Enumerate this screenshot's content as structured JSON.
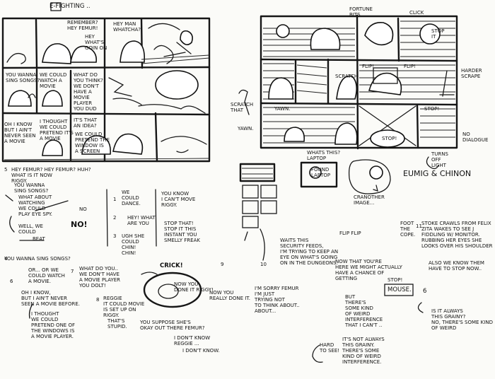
{
  "header": {
    "left_tab": "E-FIGHTING ..",
    "right_top": "FORTUNE\nBITS",
    "right_click": "CLICK"
  },
  "left_panels": {
    "bubbles": [
      "REMEMBER?\nHEY FEMUR!",
      "HEY MAN\nWHATCHA?",
      "HEY\nWHAT'S\nGOIN ON",
      "YOU WANNA\nSING SONGS?",
      "WE COULD\nWATCH A\nMOVIE",
      "WHAT DO\nYOU THINK?\nWE DON'T\nHAVE A\nMOVIE\nPLAYER\nYOU DUD",
      "OH I KNOW\nBUT I AIN'T\nNEVER SEEN\nA MOVIE",
      "I THOUGHT\nWE COULD\nPRETEND IT'S\nA MOVIE",
      "IT'S THAT\nAN IDEA?",
      "WE COULD\nPRETEND THE\nWINDOW IS\nA SCREEN"
    ]
  },
  "right_panels": {
    "notes": [
      "FLIP!",
      "SCRATCH",
      "YAWN.",
      "YAWN.",
      "STOP!",
      "STOP!",
      "WHATS THIS?\nLAPTOP",
      "FLIP!",
      "STOP\nIT"
    ],
    "side_notes": [
      "HARDER\nSCRAPE",
      "NO\nDIALOGUE",
      "TURNS\nOFF\nLIGHT",
      "FOUND\nLAPTOP",
      "SCRATCH\nTHAT"
    ]
  },
  "thumbs": {
    "caption": "CRANOTHER\nIMAGE...",
    "title": "EUMIG & CHINON"
  },
  "script": {
    "col1": [
      "HEY FEMUR? HEY FEMUR? HUH?\nWHAT IS IT NOW\nRIGGY.",
      "YOU WANNA\nSING SONGS?",
      "WHAT ABOUT\nWATCHING\nWE COULD\nPLAY EYE SPY.",
      "NO",
      "WELL, WE\nCOULD",
      "NO!",
      "BEAT",
      "YOU WANNA SING SONGS?",
      "OR... OR WE\nCOULD WATCH\nA MOVIE.",
      "OH I KNOW,\nBUT I AIN'T NEVER\nSEEN A MOVIE BEFORE.",
      "I THOUGHT\nWE COULD\nPRETEND ONE OF\nTHE WINDOWS IS\nA MOVIE PLAYER."
    ],
    "col2": [
      "WE\nCOULD\nDANCE.",
      "HEY! WHAT\nARE YOU",
      "UGH SHE\nCOULD\nCHIN!\nCHIN!",
      "WHAT DO YOU..\nWE DON'T HAVE\nA MOVIE PLAYER\nYOU DOLT!",
      "REGGIE\nIT COULD MOVIE\nIS SET UP ON\nRIGGY.",
      "THAT'S\nSTUPID.",
      "YOU SUPPOSE SHE'S\nOKAY OUT THERE FEMUR?",
      "I DON'T KNOW\nREGGIE ...",
      "I DON'T KNOW."
    ],
    "col3": [
      "YOU KNOW\nI CAN'T MOVE\nRIGGY.",
      "STOP THAT!\nSTOP IT THIS\nINSTANT YOU\nSMELLY FREAK",
      "CRICK!",
      "NOW YOU\nDONE IT RIGGY!",
      "NOW YOU\nREALLY DONE IT."
    ],
    "col4": [
      "WAITS THIS\nSECURITY FEEDS,\nI'M TRYING TO KEEP AN\nEYE ON WHAT'S GOING\nON IN THE DUNGEONS.",
      "FLIP FLIP",
      "I'M SORRY FEMUR\nI'M JUST\nTRYING NOT\nTO THINK ABOUT..\nABOUT...",
      "NOW THAT YOU'RE\nHERE WE MIGHT ACTUALLY\nHAVE A CHANCE OF\nGETTING",
      "STOP!",
      "MOUSE.",
      "BUT\nTHERE'S\nSOME KIND\nOF WEIRD\nINTERFERENCE\nTHAT I CAN'T ..",
      "HARD\nTO SEE!",
      "IT'S NOT ALWAYS\nTHIS GRAINY.\nTHERE'S SOME\nKIND OF WEIRD\nINTERFERENCE."
    ],
    "col5": [
      "FOOT\nTHE\nCOPE.",
      "STOKE CRAWLS FROM FELIX\nZITA WAKES TO SEE J\nFIDDLING W/ MONITOR.\nRUBBING HER EYES SHE\nLOOKS OVER HIS SHOULDER",
      "ALSO WE KNOW THEM\nHAVE TO STOP NOW..",
      "IS IT ALWAYS\nTHIS GRAINY?\nNO, THERE'S SOME KIND\nOF WEIRD",
      "6"
    ],
    "numbers": [
      "5",
      "1",
      "2",
      "3",
      "4",
      "6",
      "7",
      "8",
      "9",
      "10",
      "11"
    ]
  }
}
